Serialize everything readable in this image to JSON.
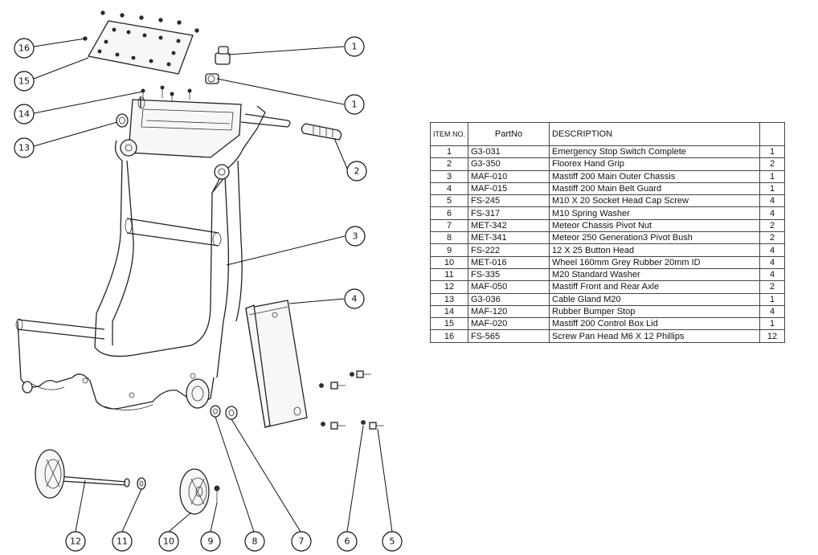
{
  "balloons": [
    {
      "id": "b16a",
      "label": "16"
    },
    {
      "id": "b15",
      "label": "15"
    },
    {
      "id": "b14",
      "label": "14"
    },
    {
      "id": "b13",
      "label": "13"
    },
    {
      "id": "b1a",
      "label": "1"
    },
    {
      "id": "b1b",
      "label": "1"
    },
    {
      "id": "b2",
      "label": "2"
    },
    {
      "id": "b3",
      "label": "3"
    },
    {
      "id": "b4",
      "label": "4"
    },
    {
      "id": "b12",
      "label": "12"
    },
    {
      "id": "b11",
      "label": "11"
    },
    {
      "id": "b10",
      "label": "10"
    },
    {
      "id": "b9",
      "label": "9"
    },
    {
      "id": "b8",
      "label": "8"
    },
    {
      "id": "b7",
      "label": "7"
    },
    {
      "id": "b6",
      "label": "6"
    },
    {
      "id": "b5",
      "label": "5"
    }
  ],
  "bom": {
    "headers": {
      "item": "ITEM NO.",
      "part": "PartNo",
      "desc": "DESCRIPTION",
      "qty": ""
    },
    "rows": [
      {
        "item": "1",
        "part": "G3-031",
        "desc": "Emergency Stop Switch Complete",
        "qty": "1"
      },
      {
        "item": "2",
        "part": "G3-350",
        "desc": "Floorex Hand Grip",
        "qty": "2"
      },
      {
        "item": "3",
        "part": "MAF-010",
        "desc": "Mastiff 200 Main Outer Chassis",
        "qty": "1"
      },
      {
        "item": "4",
        "part": "MAF-015",
        "desc": "Mastiff 200 Main Belt Guard",
        "qty": "1"
      },
      {
        "item": "5",
        "part": "FS-245",
        "desc": "M10 X 20 Socket Head Cap Screw",
        "qty": "4"
      },
      {
        "item": "6",
        "part": "FS-317",
        "desc": "M10 Spring Washer",
        "qty": "4"
      },
      {
        "item": "7",
        "part": "MET-342",
        "desc": "Meteor Chassis Pivot Nut",
        "qty": "2"
      },
      {
        "item": "8",
        "part": "MET-341",
        "desc": "Meteor 250 Generation3 Pivot Bush",
        "qty": "2"
      },
      {
        "item": "9",
        "part": "FS-222",
        "desc": "12 X 25 Button Head",
        "qty": "4"
      },
      {
        "item": "10",
        "part": "MET-016",
        "desc": "Wheel 160mm Grey Rubber 20mm ID",
        "qty": "4"
      },
      {
        "item": "11",
        "part": "FS-335",
        "desc": "M20 Standard Washer",
        "qty": "4"
      },
      {
        "item": "12",
        "part": "MAF-050",
        "desc": "Mastiff Front and Rear Axle",
        "qty": "2"
      },
      {
        "item": "13",
        "part": "G3-036",
        "desc": "Cable Gland M20",
        "qty": "1"
      },
      {
        "item": "14",
        "part": "MAF-120",
        "desc": "Rubber Bumper Stop",
        "qty": "4"
      },
      {
        "item": "15",
        "part": "MAF-020",
        "desc": "Mastiff 200 Control Box Lid",
        "qty": "1"
      },
      {
        "item": "16",
        "part": "FS-565",
        "desc": "Screw Pan Head M6 X 12 Phillips",
        "qty": "12"
      }
    ]
  }
}
